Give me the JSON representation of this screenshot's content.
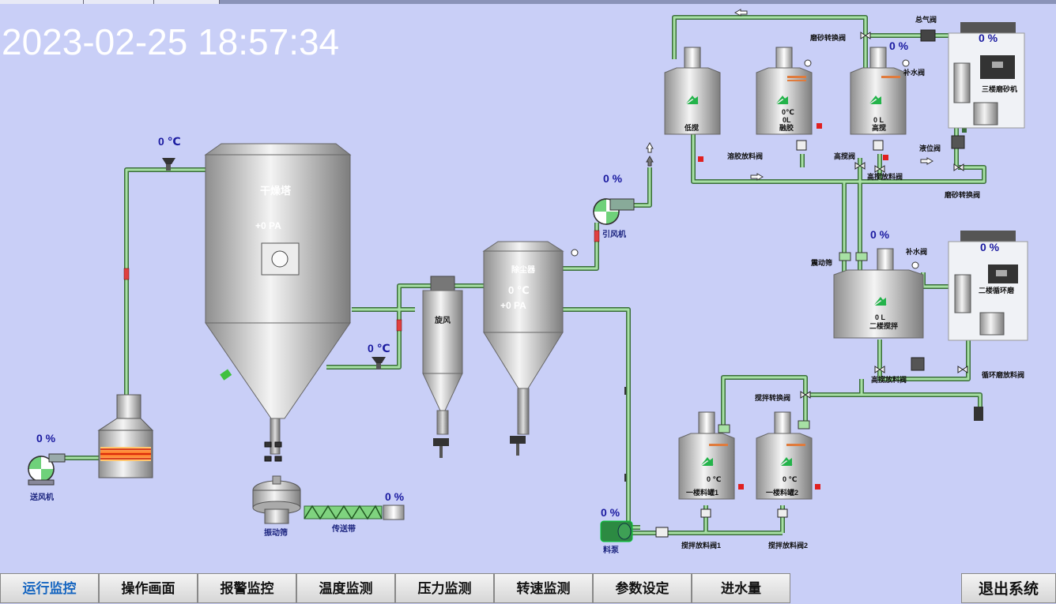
{
  "clock": "2023-02-25 18:57:34",
  "nav": {
    "tabs": [
      "运行监控",
      "操作画面",
      "报警监控",
      "温度监测",
      "压力监测",
      "转速监测",
      "参数设定",
      "进水量"
    ],
    "active_index": 0,
    "exit": "退出系统"
  },
  "dryer": {
    "temp_inlet": "0 ℃",
    "name": "干燥塔",
    "pressure": "+0  PA",
    "temp_outlet": "0 ℃",
    "vibrating_screen": "振动筛",
    "conveyor": "传送带",
    "conveyor_pct": "0 %"
  },
  "supply_fan": {
    "pct": "0 %",
    "label": "送风机"
  },
  "cyclone": {
    "label": "旋风"
  },
  "dust_collector": {
    "label": "除尘器",
    "temp": "0  ℃",
    "pressure": "+0   PA"
  },
  "induced_fan": {
    "pct": "0 %",
    "label": "引风机"
  },
  "pump": {
    "pct": "0 %",
    "label": "料泵"
  },
  "tanks": {
    "low_mix": {
      "label": "低搅"
    },
    "melt": {
      "label": "融胶",
      "temp": "0℃",
      "level": "0L"
    },
    "high_mix": {
      "label": "高搅",
      "level": "0 L"
    },
    "floor2_mix": {
      "label": "二楼搅拌",
      "level": "0 L"
    },
    "floor1_a": {
      "label": "一楼料罐1",
      "temp": "0 ℃"
    },
    "floor1_b": {
      "label": "一楼料罐2",
      "temp": "0 ℃"
    }
  },
  "mills": {
    "mill3": {
      "pct": "0 %",
      "label": "三楼磨砂机"
    },
    "mill2": {
      "pct": "0 %",
      "label": "二楼循环磨"
    }
  },
  "valves": {
    "total_gas": "总气阀",
    "grind_switch_top": "磨砂转换阀",
    "water_add_top": "补水阀",
    "grind_pct": "0 %",
    "melt_discharge": "溶胶放料阀",
    "high_mix_valve": "高搅阀",
    "level_valve": "液位阀",
    "high_mix_discharge": "高搅放料阀",
    "grind_switch_right": "磨砂转换阀",
    "vib_screen_valve": "震动筛",
    "water_add_mid": "补水阀",
    "mid_pct": "0 %",
    "high_discharge_mid": "高搅放料阀",
    "circ_grind_discharge": "循环磨放料阀",
    "mix_switch": "搅拌转换阀",
    "mix_discharge_1": "搅拌放料阀1",
    "mix_discharge_2": "搅拌放料阀2"
  },
  "colors": {
    "background": "#c9cff7",
    "pipe": "#a7e0a4",
    "pipe_edge": "#3a6e3a",
    "alarm": "#e02020",
    "impeller": "#23b34a"
  }
}
